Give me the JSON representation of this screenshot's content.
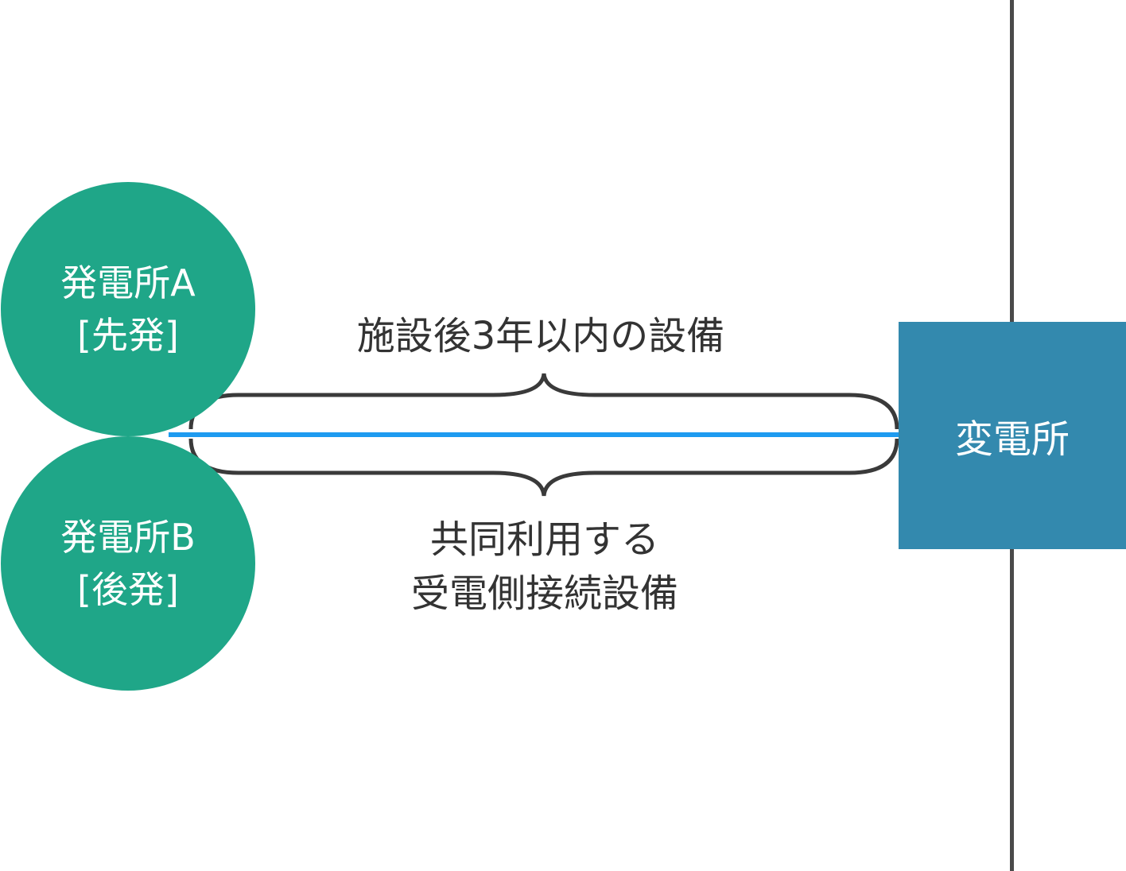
{
  "colors": {
    "plant": "#1fa688",
    "substation": "#3389ae",
    "connection_line": "#1e9bf0",
    "vertical_line": "#4a4a4a",
    "brace": "#3a3a3a",
    "text_dark": "#333333"
  },
  "plant_a": {
    "line1": "発電所A",
    "line2": "[先発]"
  },
  "plant_b": {
    "line1": "発電所B",
    "line2": "[後発]"
  },
  "substation": {
    "label": "変電所"
  },
  "top_brace_label": "施設後3年以内の設備",
  "bottom_brace_label": {
    "line1": "共同利用する",
    "line2": "受電側接続設備"
  }
}
